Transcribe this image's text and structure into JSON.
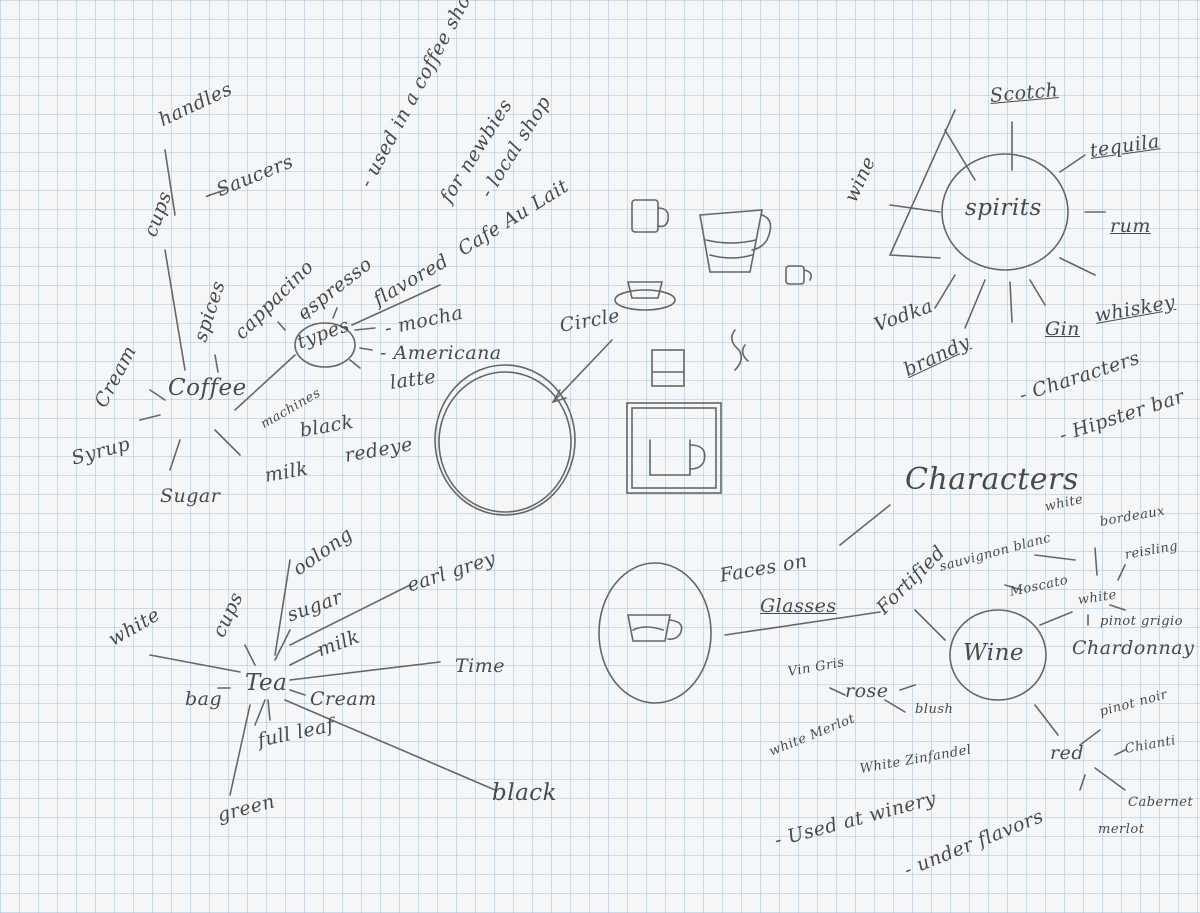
{
  "coffee": {
    "center": "Coffee",
    "types_center": "types",
    "words": [
      "handles",
      "cups",
      "- Saucers",
      "- used in a coffee shop",
      "for newbies",
      "- local shop",
      "spices",
      "cappacino",
      "espresso",
      "flavored",
      "Cafe Au Lait",
      "- mocha",
      "- Americana",
      "latte",
      "machines",
      "black",
      "redeye",
      "Cream",
      "Syrup",
      "Sugar",
      "milk"
    ]
  },
  "sketch_note": "Circle",
  "spirits": {
    "center": "spirits",
    "words": [
      "Scotch",
      "tequila",
      "rum",
      "whiskey",
      "Gin",
      "Vodka",
      "brandy",
      "- Characters",
      "- Hipster bar",
      "wine"
    ]
  },
  "tea": {
    "center": "Tea",
    "words": [
      "oolong",
      "earl grey",
      "white",
      "cups",
      "sugar",
      "milk",
      "Time",
      "bag",
      "Cream",
      "full leaf",
      "green",
      "black"
    ]
  },
  "wine": {
    "center": "Wine",
    "words": [
      "Characters",
      "Faces on",
      "Glasses",
      "Fortified",
      "sauvignon blanc",
      "white",
      "bordeaux",
      "reisling",
      "Moscato",
      "white",
      "pinot grigio",
      "Chardonnay",
      "Vin Gris",
      "rose",
      "blush",
      "white Merlot",
      "White Zinfandel",
      "pinot noir",
      "red",
      "Chianti",
      "Cabernet",
      "merlot",
      "- Used at winery",
      "- under flavors"
    ]
  },
  "colors": {
    "pencil": "#4a4a4a",
    "grid": "#a9c9e6",
    "paper": "#f4f6f8"
  }
}
